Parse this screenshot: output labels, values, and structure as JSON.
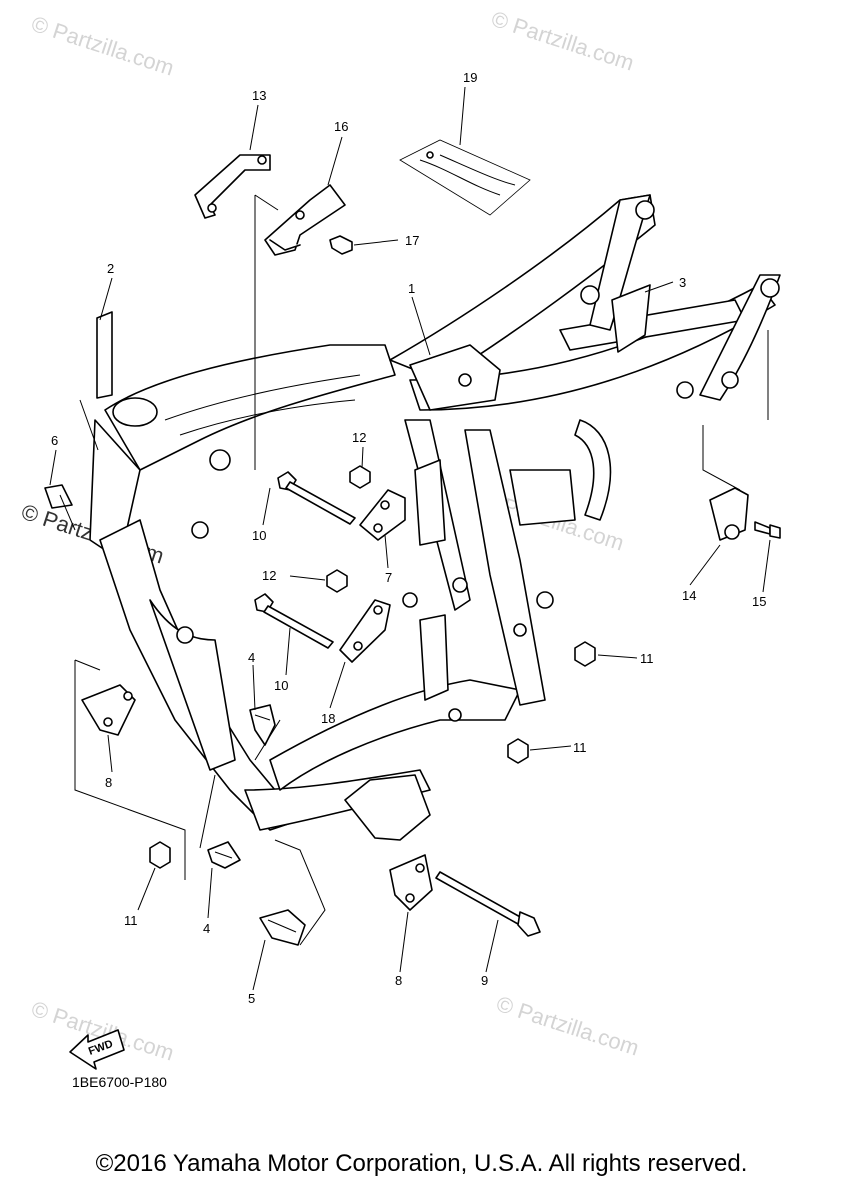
{
  "watermarks": [
    "© Partzilla.com",
    "© Partzilla.com",
    "© Partzilla.com",
    "© Partzilla.com",
    "© Partzilla.com",
    "© Partzilla.com"
  ],
  "watermark_strong": "© Partzilla.com",
  "callouts": {
    "p1": "1",
    "p2": "2",
    "p3": "3",
    "p4a": "4",
    "p4b": "4",
    "p5": "5",
    "p6": "6",
    "p7": "7",
    "p8a": "8",
    "p8b": "8",
    "p9": "9",
    "p10a": "10",
    "p10b": "10",
    "p11a": "11",
    "p11b": "11",
    "p11c": "11",
    "p12a": "12",
    "p12b": "12",
    "p13": "13",
    "p14": "14",
    "p15": "15",
    "p16": "16",
    "p17": "17",
    "p18": "18",
    "p19": "19"
  },
  "fwd_label": "FWD",
  "diagram_code": "1BE6700-P180",
  "copyright": "©2016 Yamaha Motor Corporation, U.S.A. All rights reserved."
}
